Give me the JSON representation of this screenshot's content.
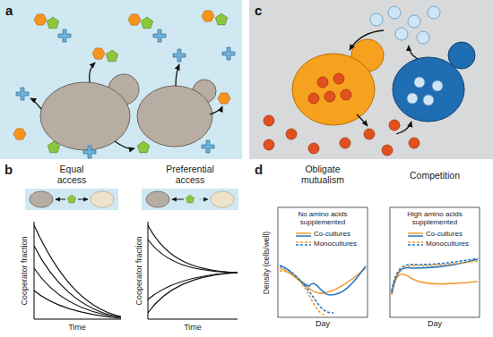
{
  "diagram": {
    "nodes": [
      {
        "text": [
          "a"
        ]
      },
      {
        "text": [
          "c"
        ]
      }
    ],
    "labels": [
      "b",
      "Equal access",
      "Preferential access",
      "Cooperator fraction",
      "Time",
      "Cooperator fraction",
      "Time",
      "d",
      "Obligate mutualism",
      "Competition",
      "No amino acids supplemented",
      "High amino acids supplemented",
      "Density (cells/well)",
      "Day",
      "Day"
    ],
    "legend": [
      {
        "text": "Co-cultures"
      },
      {
        "text": "Monocultures"
      },
      {
        "text": "Co-cultures"
      },
      {
        "text": "Monocultures"
      }
    ]
  }
}
